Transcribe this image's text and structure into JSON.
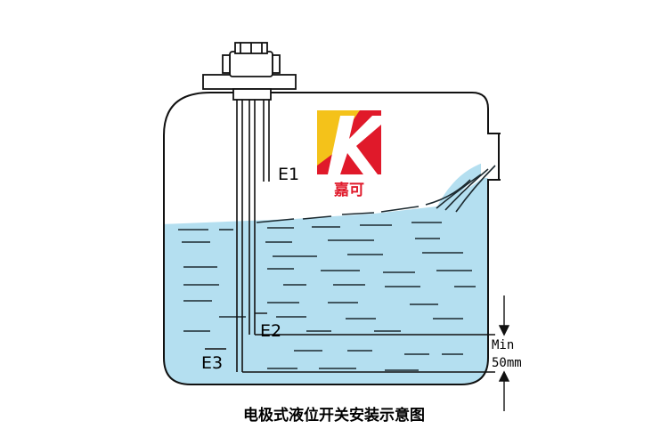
{
  "diagram": {
    "electrode_labels": {
      "e1": "E1",
      "e2": "E2",
      "e3": "E3"
    },
    "min_label": "Min",
    "distance_label": "50mm",
    "logo_text": "嘉可",
    "caption": "电极式液位开关安装示意图",
    "colors": {
      "liquid": "#b4dff0",
      "liquid_dash": "#1c2a30",
      "outline": "#111111",
      "logo_red": "#e0192a",
      "logo_yellow": "#f4c21a"
    }
  }
}
